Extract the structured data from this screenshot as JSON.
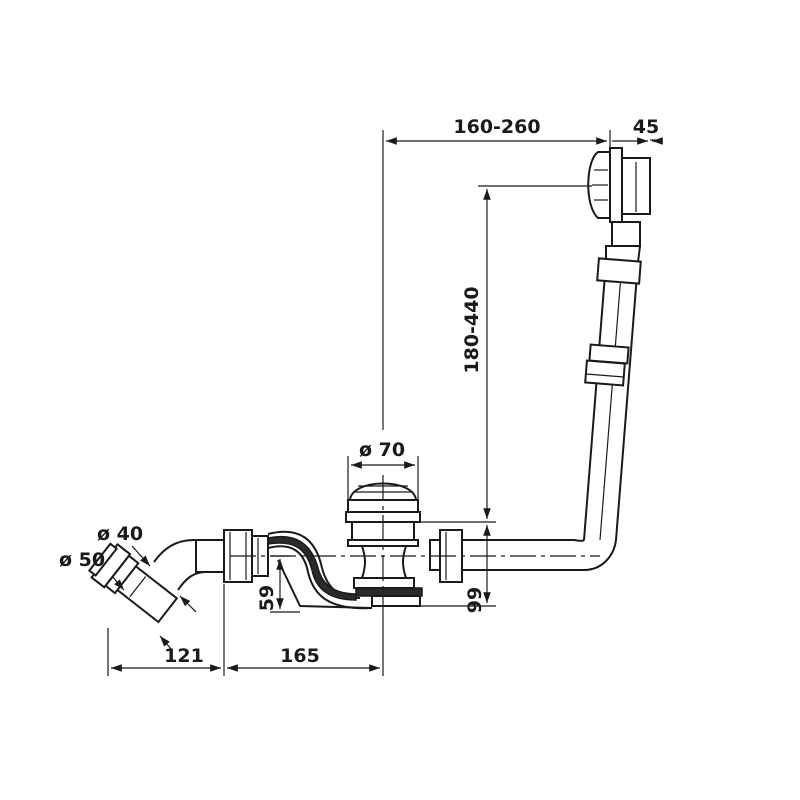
{
  "dimensions": {
    "overflow_offset": "160-260",
    "overflow_width": "45",
    "height_range": "180-440",
    "drain_diameter": "ø 70",
    "pipe_inner_diameter": "ø 40",
    "pipe_outer_diameter": "ø 50",
    "trap_height": "59",
    "drain_height": "99",
    "outlet_offset": "121",
    "trap_length": "165"
  }
}
